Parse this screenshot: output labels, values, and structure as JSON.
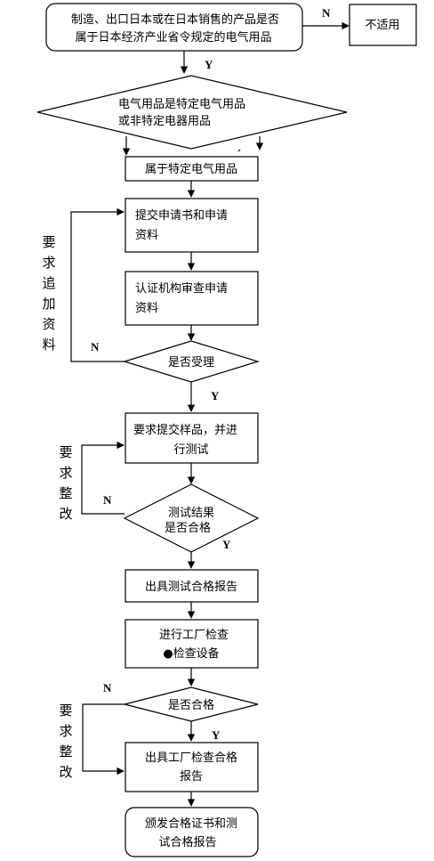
{
  "nodes": {
    "start": [
      "制造、出口日本或在日本销售的产品是否",
      "属于日本经济产业省令规定的电气用品"
    ],
    "not_applicable": [
      "不适用"
    ],
    "decision_type": [
      "电气用品是特定电气用品",
      "或非特定电器用品"
    ],
    "specific": [
      "属于特定电气用品"
    ],
    "submit": [
      "提交申请书和申请",
      "资料"
    ],
    "review": [
      "认证机构审查申请",
      "资料"
    ],
    "accepted": [
      "是否受理"
    ],
    "sample": [
      "要求提交样品，并进",
      "行测试"
    ],
    "test_result": [
      "测试结果",
      "是否合格"
    ],
    "test_report": [
      "出具测试合格报告"
    ],
    "inspection": [
      "进行工厂检查",
      "●检查设备"
    ],
    "inspection_ok": [
      "是否合格"
    ],
    "inspection_report": [
      "出具工厂检查合格",
      "报告"
    ],
    "certificate": [
      "颁发合格证书和测",
      "试合格报告"
    ]
  },
  "edge_labels": {
    "n1": "N",
    "y1": "Y",
    "n2": "N",
    "y2": "Y",
    "n3": "N",
    "y3": "Y",
    "n4": "N",
    "y4": "Y"
  },
  "side_notes": {
    "supplement": "要求追加资料",
    "rectify_test": "要求整改",
    "rectify_factory": "要求整改"
  }
}
